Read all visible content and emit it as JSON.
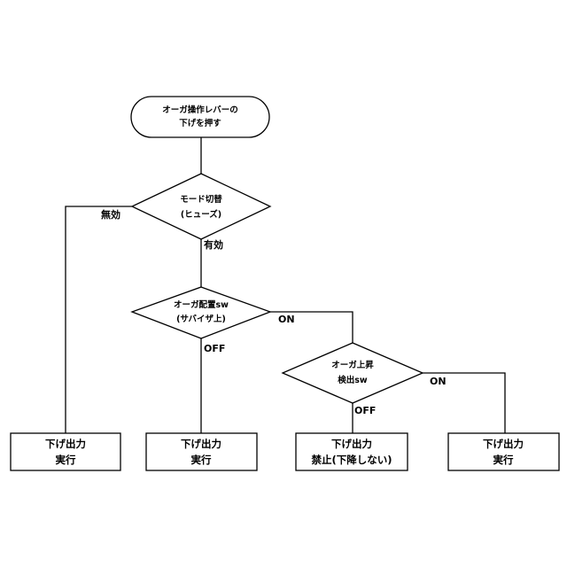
{
  "start": {
    "line1": "オーガ操作レバーの",
    "line2": "下げを押す"
  },
  "decisions": {
    "mode": {
      "line1": "モード切替",
      "line2": "(ヒューズ)"
    },
    "auger_sw": {
      "line1": "オーガ配置sw",
      "line2": "(サバイザ上)"
    },
    "rise_sw": {
      "line1": "オーガ上昇",
      "line2": "検出sw"
    }
  },
  "edge_labels": {
    "invalid": "無効",
    "valid": "有効",
    "on1": "ON",
    "off1": "OFF",
    "on2": "ON",
    "off2": "OFF"
  },
  "outputs": [
    {
      "line1": "下げ出力",
      "line2": "実行"
    },
    {
      "line1": "下げ出力",
      "line2": "実行"
    },
    {
      "line1": "下げ出力",
      "line2": "禁止(下降しない)"
    },
    {
      "line1": "下げ出力",
      "line2": "実行"
    }
  ]
}
